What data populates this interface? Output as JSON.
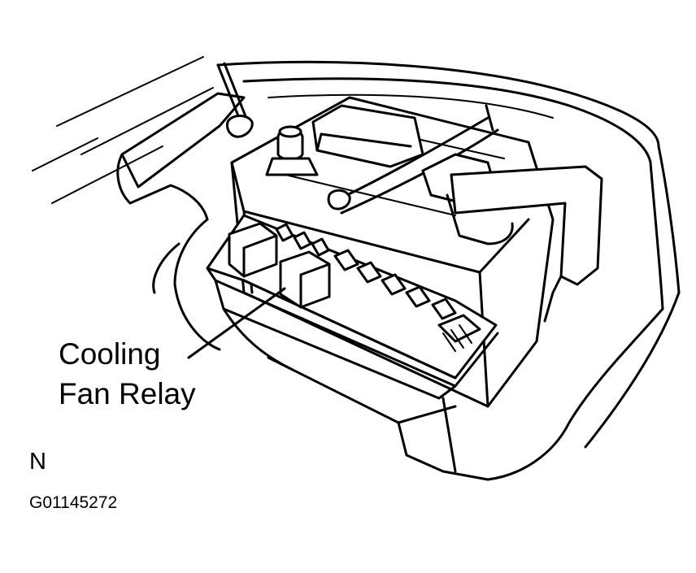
{
  "callout": {
    "line1": "Cooling",
    "line2": "Fan Relay"
  },
  "view_letter": "N",
  "figure_id": "G01145272"
}
